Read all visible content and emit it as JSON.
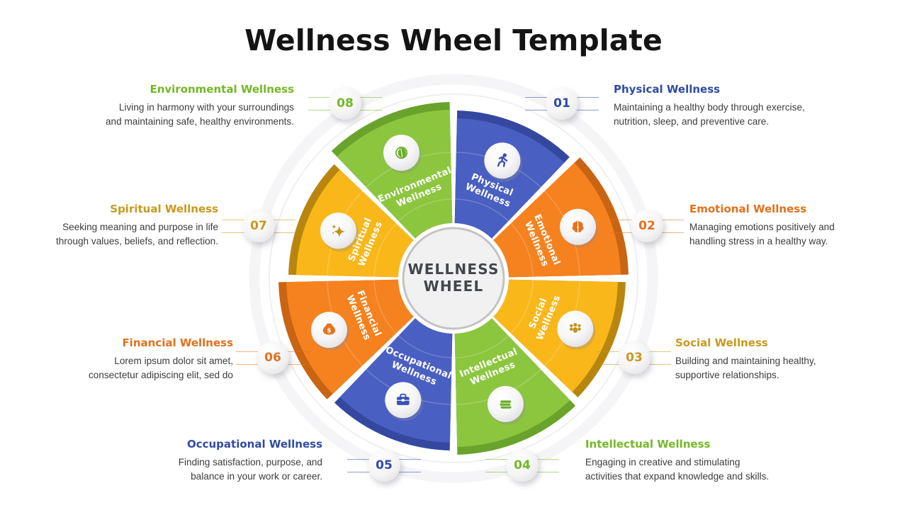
{
  "title": "Wellness Wheel Template",
  "center": {
    "title_line1": "WELLNESS",
    "title_line2": "WHEEL"
  },
  "segments": [
    {
      "id": "physical",
      "number": "01",
      "label_line1": "Physical",
      "label_line2": "Wellness",
      "heading": "Physical Wellness",
      "desc_line1": "Maintaining a healthy body through exercise,",
      "desc_line2": "nutrition, sleep, and preventive care.",
      "icon": "runner-icon",
      "colors": {
        "fill": "#4A5FC2",
        "rim": "#35489F",
        "accent": "#2F4BA3",
        "glyph": "#3B51B3"
      },
      "angle_start": 0,
      "angle_end": 45,
      "radius": 226
    },
    {
      "id": "emotional",
      "number": "02",
      "label_line1": "Emotional",
      "label_line2": "Wellness",
      "heading": "Emotional Wellness",
      "desc_line1": "Managing emotions positively and",
      "desc_line2": "handling stress in a healthy way.",
      "icon": "brain-icon",
      "colors": {
        "fill": "#F5821F",
        "rim": "#C96413",
        "accent": "#E2711D",
        "glyph": "#E8711A"
      },
      "angle_start": 45,
      "angle_end": 90,
      "radius": 236
    },
    {
      "id": "social",
      "number": "03",
      "label_line1": "Social",
      "label_line2": "Wellness",
      "heading": "Social Wellness",
      "desc_line1": "Building and maintaining healthy,",
      "desc_line2": "supportive relationships.",
      "icon": "people-icon",
      "colors": {
        "fill": "#F9B71A",
        "rim": "#B8860E",
        "accent": "#C8991F",
        "glyph": "#C3921A"
      },
      "angle_start": 90,
      "angle_end": 135,
      "radius": 232
    },
    {
      "id": "intellectual",
      "number": "04",
      "label_line1": "Intellectual",
      "label_line2": "Wellness",
      "heading": "Intellectual Wellness",
      "desc_line1": "Engaging in creative and stimulating",
      "desc_line2": "activities that expand knowledge and skills.",
      "icon": "books-icon",
      "colors": {
        "fill": "#8CC63F",
        "rim": "#69A32B",
        "accent": "#74B827",
        "glyph": "#69AD28"
      },
      "angle_start": 135,
      "angle_end": 180,
      "radius": 238
    },
    {
      "id": "occupational",
      "number": "05",
      "label_line1": "Occupational",
      "label_line2": "Wellness",
      "heading": "Occupational Wellness",
      "desc_line1": "Finding satisfaction, purpose, and",
      "desc_line2": "balance in your work or career.",
      "icon": "briefcase-icon",
      "colors": {
        "fill": "#4A5FC2",
        "rim": "#35489F",
        "accent": "#2F4BA3",
        "glyph": "#3B51B3"
      },
      "angle_start": 180,
      "angle_end": 225,
      "radius": 232
    },
    {
      "id": "financial",
      "number": "06",
      "label_line1": "Financial",
      "label_line2": "Wellness",
      "heading": "Financial Wellness",
      "desc_line1": "Lorem ipsum dolor sit amet,",
      "desc_line2": "consectetur adipiscing elit, sed do",
      "icon": "money-bag-icon",
      "colors": {
        "fill": "#F5821F",
        "rim": "#C96413",
        "accent": "#E2711D",
        "glyph": "#E8711A"
      },
      "angle_start": 225,
      "angle_end": 270,
      "radius": 236
    },
    {
      "id": "spiritual",
      "number": "07",
      "label_line1": "Spiritual",
      "label_line2": "Wellness",
      "heading": "Spiritual Wellness",
      "desc_line1": "Seeking meaning and purpose in life",
      "desc_line2": "through values, beliefs, and reflection.",
      "icon": "sparkles-icon",
      "colors": {
        "fill": "#F9B71A",
        "rim": "#B8860E",
        "accent": "#C8991F",
        "glyph": "#C3921A"
      },
      "angle_start": 270,
      "angle_end": 315,
      "radius": 222
    },
    {
      "id": "environmental",
      "number": "08",
      "label_line1": "Environmental",
      "label_line2": "Wellness",
      "heading": "Environmental Wellness",
      "desc_line1": "Living in harmony with your surroundings",
      "desc_line2": "and maintaining safe, healthy environments.",
      "icon": "globe-leaf-icon",
      "colors": {
        "fill": "#8CC63F",
        "rim": "#69A32B",
        "accent": "#74B827",
        "glyph": "#69AD28"
      },
      "angle_start": 315,
      "angle_end": 360,
      "radius": 238
    }
  ]
}
